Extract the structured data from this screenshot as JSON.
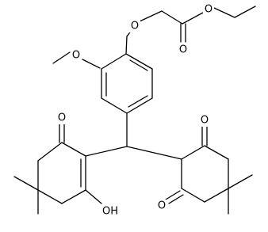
{
  "molecule": {
    "atoms": {
      "o_ether": "O",
      "o_carbonyl": "O",
      "o_ester": "O",
      "o_methoxy": "O",
      "o_ketone_left": "O",
      "hydroxyl": "OH",
      "o_ketone_top_right": "O",
      "o_ketone_bottom_right": "O"
    }
  }
}
